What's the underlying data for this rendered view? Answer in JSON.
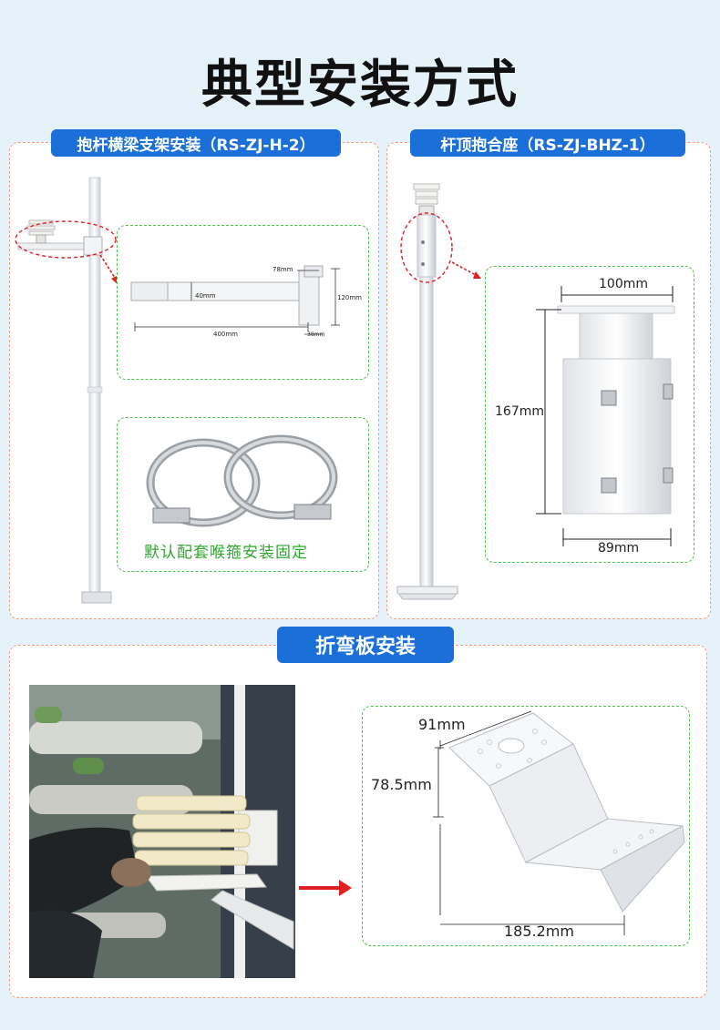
{
  "page_title": "典型安装方式",
  "sections": {
    "crossarm": {
      "tag": "抱杆横梁支架安装（RS-ZJ-H-2）",
      "dims": {
        "d78": "78mm",
        "d40": "40mm",
        "d120": "120mm",
        "d400": "400mm",
        "d38": "38mm"
      },
      "clamp_caption": "默认配套喉箍安装固定"
    },
    "pole_top": {
      "tag": "杆顶抱合座（RS-ZJ-BHZ-1）",
      "dims": {
        "d100": "100mm",
        "d167": "167mm",
        "d89": "89mm"
      }
    },
    "bracket": {
      "tag": "折弯板安装",
      "dims": {
        "d91": "91mm",
        "d785": "78.5mm",
        "d1852": "185.2mm"
      }
    }
  },
  "colors": {
    "accent": "#1a6fd8",
    "panel_border": "#f0a080",
    "inner_border": "#4cc04c",
    "caption": "#2ea82e",
    "callout": "#e02020"
  }
}
